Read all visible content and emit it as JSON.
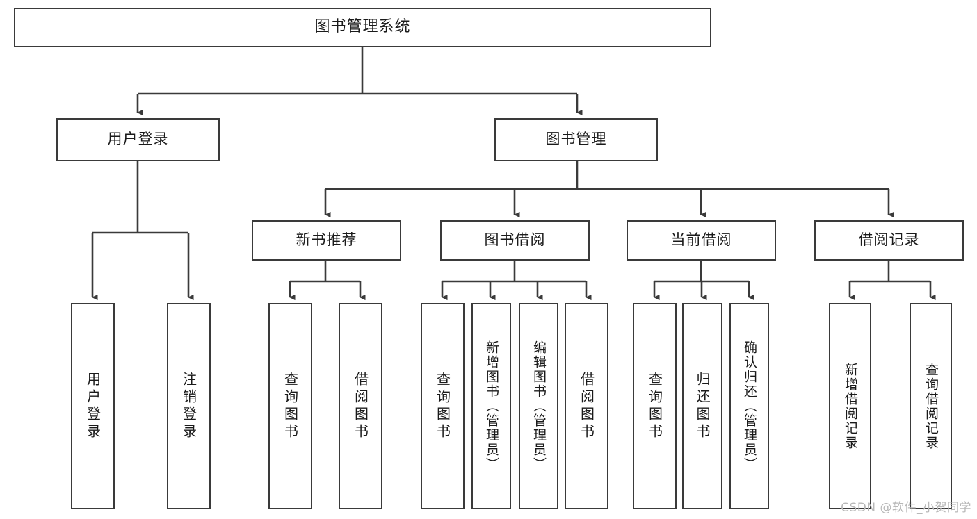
{
  "diagram": {
    "type": "tree",
    "title": "图书管理系统",
    "watermark": "CSDN @软件_小贺同学",
    "colors": {
      "stroke": "#3a3a3a",
      "fill": "#ffffff",
      "text": "#1a1a1a",
      "watermark": "#b8b8b8"
    },
    "root": {
      "label": "图书管理系统"
    },
    "level1": [
      {
        "label": "用户登录"
      },
      {
        "label": "图书管理"
      }
    ],
    "level2": [
      {
        "label": "新书推荐"
      },
      {
        "label": "图书借阅"
      },
      {
        "label": "当前借阅"
      },
      {
        "label": "借阅记录"
      }
    ],
    "leaves": {
      "user_login": [
        {
          "label": "用户登录"
        },
        {
          "label": "注销登录"
        }
      ],
      "new_book_recommend": [
        {
          "label": "查询图书"
        },
        {
          "label": "借阅图书"
        }
      ],
      "book_borrow": [
        {
          "label": "查询图书"
        },
        {
          "label": "新增图书（管理员）"
        },
        {
          "label": "编辑图书（管理员）"
        },
        {
          "label": "借阅图书"
        }
      ],
      "current_borrow": [
        {
          "label": "查询图书"
        },
        {
          "label": "归还图书"
        },
        {
          "label": "确认归还（管理员）"
        }
      ],
      "borrow_record": [
        {
          "label": "新增借阅记录"
        },
        {
          "label": "查询借阅记录"
        }
      ]
    }
  }
}
